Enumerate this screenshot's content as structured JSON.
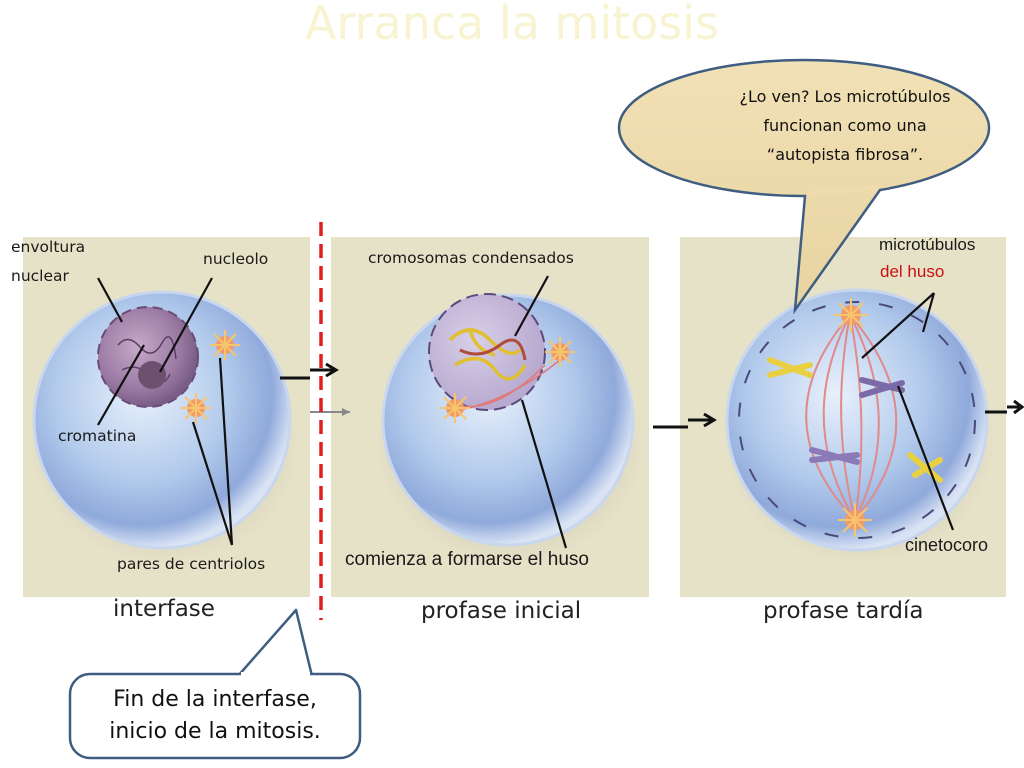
{
  "title": "Arranca la mitosis",
  "speech_bubble_top": {
    "line1": "¿Lo ven? Los microtúbulos",
    "line2": "funcionan como una",
    "line3": "“autopista fibrosa”."
  },
  "speech_bubble_bottom": {
    "line1": "Fin de la interfase,",
    "line2": "inicio de la mitosis."
  },
  "labels": {
    "envoltura_1": "envoltura",
    "envoltura_2": "nuclear",
    "nucleolo": "nucleolo",
    "cromatina": "cromatina",
    "centriolos": "pares de centriolos",
    "cromosomas": "cromosomas condensados",
    "huso": "comienza a formarse el huso",
    "microtubulos": "microtúbulos",
    "del_huso": "del huso",
    "cinetocoro": "cinetocoro"
  },
  "stages": {
    "interfase": "interfase",
    "profase_inicial": "profase inicial",
    "profase_tardia": "profase tardía"
  },
  "colors": {
    "divider": "#e02020",
    "bubble_fill": "#efdcae",
    "bubble_stroke": "#3f5d80",
    "cell_fill": "#a9c4ea"
  }
}
